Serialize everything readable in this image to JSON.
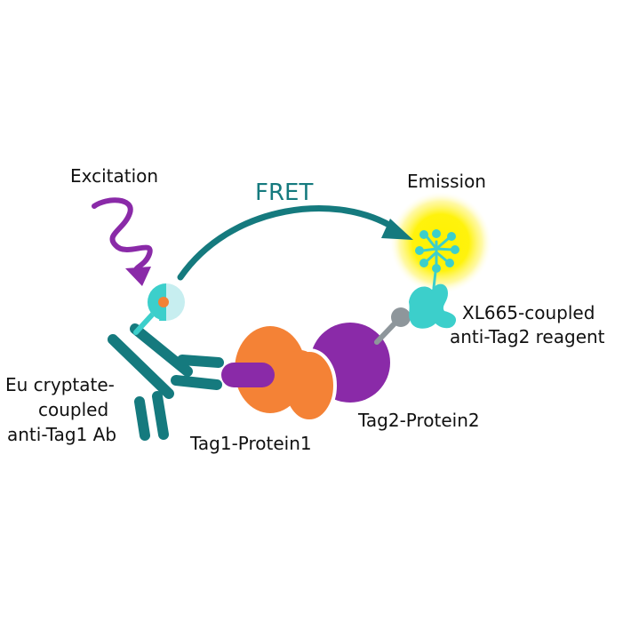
{
  "labels": {
    "excitation": "Excitation",
    "fret": "FRET",
    "emission": "Emission",
    "donor_line1": "Eu cryptate-",
    "donor_line2": "coupled",
    "donor_line3": "anti-Tag1 Ab",
    "acceptor_line1": "XL665-coupled",
    "acceptor_line2": "anti-Tag2 reagent",
    "protein1": "Tag1-Protein1",
    "protein2": "Tag2-Protein2"
  },
  "colors": {
    "teal": "#157a7e",
    "cyan": "#3ccfcb",
    "light_cyan": "#c7eef0",
    "purple": "#8a2aa8",
    "orange": "#f48236",
    "yellow": "#fff200",
    "gray": "#8e969b",
    "text": "#111111"
  }
}
